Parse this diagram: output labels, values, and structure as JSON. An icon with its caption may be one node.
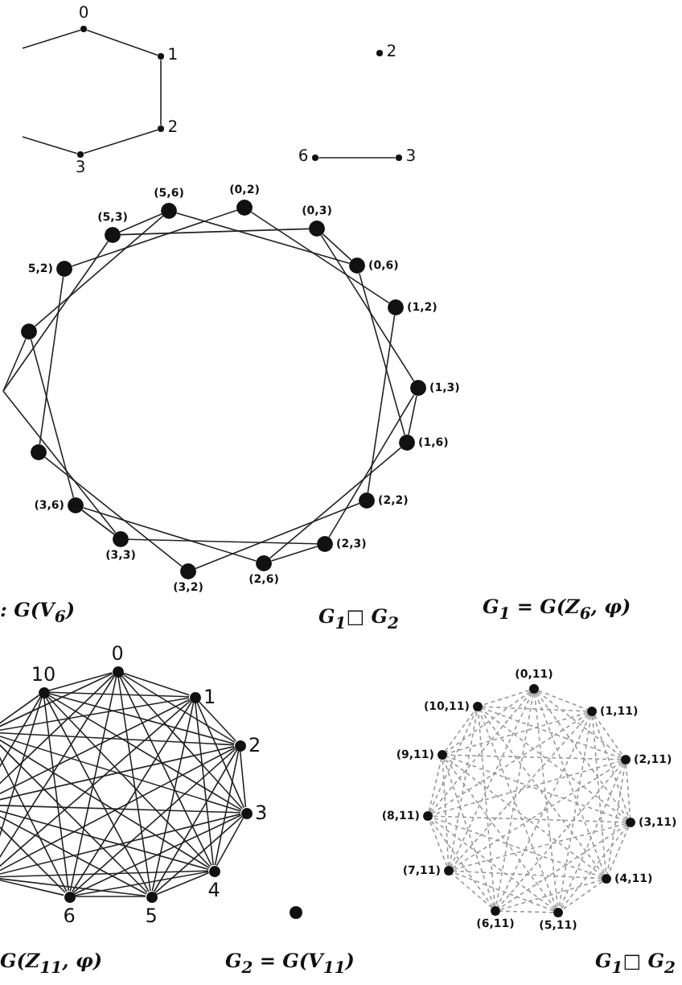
{
  "diagram": {
    "nodes": [
      {
        "text": [
          "0"
        ]
      },
      {
        "text": [
          "1"
        ]
      },
      {
        "text": [
          "2"
        ]
      },
      {
        "text": [
          "3"
        ]
      },
      {
        "text": [
          "2"
        ]
      },
      {
        "text": [
          "6"
        ]
      },
      {
        "text": [
          "3"
        ]
      },
      {
        "text": [
          "(0,2)"
        ]
      },
      {
        "text": [
          "(0,3)"
        ]
      },
      {
        "text": [
          "(0,6)"
        ]
      },
      {
        "text": [
          "(1,2)"
        ]
      },
      {
        "text": [
          "(1,3)"
        ]
      },
      {
        "text": [
          "(1,6)"
        ]
      },
      {
        "text": [
          "(2,2)"
        ]
      },
      {
        "text": [
          "(2,3)"
        ]
      },
      {
        "text": [
          "(2,6)"
        ]
      },
      {
        "text": [
          "(3,2)"
        ]
      },
      {
        "text": [
          "(3,3)"
        ]
      },
      {
        "text": [
          "(3,6)"
        ]
      },
      {
        "text": [],
        "shape": "circle"
      },
      {
        "text": [],
        "shape": "circle"
      },
      {
        "text": [
          "5,2)"
        ]
      },
      {
        "text": [
          "(5,3)"
        ]
      },
      {
        "text": [
          "(5,6)"
        ]
      },
      {
        "text": [
          "0"
        ]
      },
      {
        "text": [
          "1"
        ]
      },
      {
        "text": [
          "2"
        ]
      },
      {
        "text": [
          "3"
        ]
      },
      {
        "text": [
          "4"
        ]
      },
      {
        "text": [
          "5"
        ]
      },
      {
        "text": [
          "6"
        ]
      },
      {
        "text": [
          "10"
        ]
      },
      {
        "text": [],
        "shape": "circle"
      },
      {
        "text": [
          "(0,11)"
        ]
      },
      {
        "text": [
          "(1,11)"
        ]
      },
      {
        "text": [
          "(2,11)"
        ]
      },
      {
        "text": [
          "(3,11)"
        ]
      },
      {
        "text": [
          "(4,11)"
        ]
      },
      {
        "text": [
          "(5,11)"
        ]
      },
      {
        "text": [
          "(6,11)"
        ]
      },
      {
        "text": [
          "(7,11)"
        ]
      },
      {
        "text": [
          "(8,11)"
        ]
      },
      {
        "text": [
          "(9,11)"
        ]
      },
      {
        "text": [
          "(10,11)"
        ]
      }
    ],
    "edges": [
      {
        "from": 0,
        "to": 1,
        "arrow": "none"
      },
      {
        "from": 1,
        "to": 2,
        "arrow": "none"
      },
      {
        "from": 2,
        "to": 3,
        "arrow": "none"
      },
      {
        "from": 0,
        "to": null,
        "arrow": "none"
      },
      {
        "from": 3,
        "to": null,
        "arrow": "none"
      },
      {
        "from": 5,
        "to": 6,
        "arrow": "none"
      },
      {
        "from": 8,
        "to": 9,
        "arrow": "none"
      },
      {
        "from": 11,
        "to": 12,
        "arrow": "none"
      },
      {
        "from": 14,
        "to": 15,
        "arrow": "none"
      },
      {
        "from": 17,
        "to": 18,
        "arrow": "none"
      },
      {
        "from": 20,
        "to": null,
        "arrow": "none"
      },
      {
        "from": 22,
        "to": 23,
        "arrow": "none"
      },
      {
        "from": 7,
        "to": 10,
        "arrow": "none"
      },
      {
        "from": 10,
        "to": 13,
        "arrow": "none"
      },
      {
        "from": 13,
        "to": 16,
        "arrow": "none"
      },
      {
        "from": 16,
        "to": 19,
        "arrow": "none"
      },
      {
        "from": 19,
        "to": 21,
        "arrow": "none"
      },
      {
        "from": 21,
        "to": 7,
        "arrow": "none"
      },
      {
        "from": 8,
        "to": 11,
        "arrow": "none"
      },
      {
        "from": 11,
        "to": 14,
        "arrow": "none"
      },
      {
        "from": 14,
        "to": 17,
        "arrow": "none"
      },
      {
        "from": 17,
        "to": null,
        "arrow": "none"
      },
      {
        "from": 22,
        "to": null,
        "arrow": "none"
      },
      {
        "from": 22,
        "to": 8,
        "arrow": "none"
      },
      {
        "from": 9,
        "to": 12,
        "arrow": "none"
      },
      {
        "from": 12,
        "to": 15,
        "arrow": "none"
      },
      {
        "from": 15,
        "to": 18,
        "arrow": "none"
      },
      {
        "from": 18,
        "to": 20,
        "arrow": "none"
      },
      {
        "from": 20,
        "to": 23,
        "arrow": "none"
      },
      {
        "from": 23,
        "to": 9,
        "arrow": "none"
      },
      {
        "from": 24,
        "to": 25,
        "arrow": "none"
      },
      {
        "from": 24,
        "to": 26,
        "arrow": "none"
      },
      {
        "from": 24,
        "to": 27,
        "arrow": "none"
      },
      {
        "from": 24,
        "to": 28,
        "arrow": "none"
      },
      {
        "from": 24,
        "to": 29,
        "arrow": "none"
      },
      {
        "from": 24,
        "to": 30,
        "arrow": "none"
      },
      {
        "from": 24,
        "to": 31,
        "arrow": "none"
      },
      {
        "from": 25,
        "to": 26,
        "arrow": "none"
      },
      {
        "from": 25,
        "to": 27,
        "arrow": "none"
      },
      {
        "from": 25,
        "to": 28,
        "arrow": "none"
      },
      {
        "from": 25,
        "to": 29,
        "arrow": "none"
      },
      {
        "from": 25,
        "to": 30,
        "arrow": "none"
      },
      {
        "from": 25,
        "to": 31,
        "arrow": "none"
      },
      {
        "from": 26,
        "to": 27,
        "arrow": "none"
      },
      {
        "from": 26,
        "to": 28,
        "arrow": "none"
      },
      {
        "from": 26,
        "to": 29,
        "arrow": "none"
      },
      {
        "from": 26,
        "to": 30,
        "arrow": "none"
      },
      {
        "from": 26,
        "to": 31,
        "arrow": "none"
      },
      {
        "from": 27,
        "to": 28,
        "arrow": "none"
      },
      {
        "from": 27,
        "to": 29,
        "arrow": "none"
      },
      {
        "from": 27,
        "to": 30,
        "arrow": "none"
      },
      {
        "from": 27,
        "to": 31,
        "arrow": "none"
      },
      {
        "from": 28,
        "to": 29,
        "arrow": "none"
      },
      {
        "from": 28,
        "to": 30,
        "arrow": "none"
      },
      {
        "from": 28,
        "to": 31,
        "arrow": "none"
      },
      {
        "from": 29,
        "to": 30,
        "arrow": "none"
      },
      {
        "from": 29,
        "to": 31,
        "arrow": "none"
      },
      {
        "from": 30,
        "to": 31,
        "arrow": "none"
      },
      {
        "from": 24,
        "to": null,
        "arrow": "none"
      },
      {
        "from": 24,
        "to": null,
        "arrow": "none"
      },
      {
        "from": 24,
        "to": null,
        "arrow": "none"
      },
      {
        "from": 25,
        "to": null,
        "arrow": "none"
      },
      {
        "from": 25,
        "to": null,
        "arrow": "none"
      },
      {
        "from": 25,
        "to": null,
        "arrow": "none"
      },
      {
        "from": 26,
        "to": null,
        "arrow": "none"
      },
      {
        "from": 26,
        "to": null,
        "arrow": "none"
      },
      {
        "from": 26,
        "to": null,
        "arrow": "none"
      },
      {
        "from": 27,
        "to": null,
        "arrow": "none"
      },
      {
        "from": 27,
        "to": null,
        "arrow": "none"
      },
      {
        "from": 27,
        "to": null,
        "arrow": "none"
      },
      {
        "from": 28,
        "to": null,
        "arrow": "none"
      },
      {
        "from": 28,
        "to": null,
        "arrow": "none"
      },
      {
        "from": 28,
        "to": null,
        "arrow": "none"
      },
      {
        "from": 29,
        "to": null,
        "arrow": "none"
      },
      {
        "from": 29,
        "to": null,
        "arrow": "none"
      },
      {
        "from": 29,
        "to": null,
        "arrow": "none"
      },
      {
        "from": 30,
        "to": null,
        "arrow": "none"
      },
      {
        "from": 30,
        "to": null,
        "arrow": "none"
      },
      {
        "from": 30,
        "to": null,
        "arrow": "none"
      },
      {
        "from": 31,
        "to": null,
        "arrow": "none"
      },
      {
        "from": 31,
        "to": null,
        "arrow": "none"
      },
      {
        "from": 31,
        "to": null,
        "arrow": "none"
      },
      {
        "from": 33,
        "to": 34,
        "arrow": "none",
        "style": "dashed",
        "color": "#999999"
      },
      {
        "from": 33,
        "to": 35,
        "arrow": "none",
        "style": "dashed",
        "color": "#999999"
      },
      {
        "from": 33,
        "to": 36,
        "arrow": "none",
        "style": "dashed",
        "color": "#999999"
      },
      {
        "from": 33,
        "to": 37,
        "arrow": "none",
        "style": "dashed",
        "color": "#999999"
      },
      {
        "from": 33,
        "to": 38,
        "arrow": "none",
        "style": "dashed",
        "color": "#999999"
      },
      {
        "from": 33,
        "to": 39,
        "arrow": "none",
        "style": "dashed",
        "color": "#999999"
      },
      {
        "from": 33,
        "to": 40,
        "arrow": "none",
        "style": "dashed",
        "color": "#999999"
      },
      {
        "from": 33,
        "to": 41,
        "arrow": "none",
        "style": "dashed",
        "color": "#999999"
      },
      {
        "from": 33,
        "to": 42,
        "arrow": "none",
        "style": "dashed",
        "color": "#999999"
      },
      {
        "from": 33,
        "to": 43,
        "arrow": "none",
        "style": "dashed",
        "color": "#999999"
      },
      {
        "from": 34,
        "to": 35,
        "arrow": "none",
        "style": "dashed",
        "color": "#999999"
      },
      {
        "from": 34,
        "to": 36,
        "arrow": "none",
        "style": "dashed",
        "color": "#999999"
      },
      {
        "from": 34,
        "to": 37,
        "arrow": "none",
        "style": "dashed",
        "color": "#999999"
      },
      {
        "from": 34,
        "to": 38,
        "arrow": "none",
        "style": "dashed",
        "color": "#999999"
      },
      {
        "from": 34,
        "to": 39,
        "arrow": "none",
        "style": "dashed",
        "color": "#999999"
      },
      {
        "from": 34,
        "to": 40,
        "arrow": "none",
        "style": "dashed",
        "color": "#999999"
      },
      {
        "from": 34,
        "to": 41,
        "arrow": "none",
        "style": "dashed",
        "color": "#999999"
      },
      {
        "from": 34,
        "to": 42,
        "arrow": "none",
        "style": "dashed",
        "color": "#999999"
      },
      {
        "from": 34,
        "to": 43,
        "arrow": "none",
        "style": "dashed",
        "color": "#999999"
      },
      {
        "from": 35,
        "to": 36,
        "arrow": "none",
        "style": "dashed",
        "color": "#999999"
      },
      {
        "from": 35,
        "to": 37,
        "arrow": "none",
        "style": "dashed",
        "color": "#999999"
      },
      {
        "from": 35,
        "to": 38,
        "arrow": "none",
        "style": "dashed",
        "color": "#999999"
      },
      {
        "from": 35,
        "to": 39,
        "arrow": "none",
        "style": "dashed",
        "color": "#999999"
      },
      {
        "from": 35,
        "to": 40,
        "arrow": "none",
        "style": "dashed",
        "color": "#999999"
      },
      {
        "from": 35,
        "to": 41,
        "arrow": "none",
        "style": "dashed",
        "color": "#999999"
      },
      {
        "from": 35,
        "to": 42,
        "arrow": "none",
        "style": "dashed",
        "color": "#999999"
      },
      {
        "from": 35,
        "to": 43,
        "arrow": "none",
        "style": "dashed",
        "color": "#999999"
      },
      {
        "from": 36,
        "to": 37,
        "arrow": "none",
        "style": "dashed",
        "color": "#999999"
      },
      {
        "from": 36,
        "to": 38,
        "arrow": "none",
        "style": "dashed",
        "color": "#999999"
      },
      {
        "from": 36,
        "to": 39,
        "arrow": "none",
        "style": "dashed",
        "color": "#999999"
      },
      {
        "from": 36,
        "to": 40,
        "arrow": "none",
        "style": "dashed",
        "color": "#999999"
      },
      {
        "from": 36,
        "to": 41,
        "arrow": "none",
        "style": "dashed",
        "color": "#999999"
      },
      {
        "from": 36,
        "to": 42,
        "arrow": "none",
        "style": "dashed",
        "color": "#999999"
      },
      {
        "from": 36,
        "to": 43,
        "arrow": "none",
        "style": "dashed",
        "color": "#999999"
      },
      {
        "from": 37,
        "to": 38,
        "arrow": "none",
        "style": "dashed",
        "color": "#999999"
      },
      {
        "from": 37,
        "to": 39,
        "arrow": "none",
        "style": "dashed",
        "color": "#999999"
      },
      {
        "from": 37,
        "to": 40,
        "arrow": "none",
        "style": "dashed",
        "color": "#999999"
      },
      {
        "from": 37,
        "to": 41,
        "arrow": "none",
        "style": "dashed",
        "color": "#999999"
      },
      {
        "from": 37,
        "to": 42,
        "arrow": "none",
        "style": "dashed",
        "color": "#999999"
      },
      {
        "from": 37,
        "to": 43,
        "arrow": "none",
        "style": "dashed",
        "color": "#999999"
      },
      {
        "from": 38,
        "to": 39,
        "arrow": "none",
        "style": "dashed",
        "color": "#999999"
      },
      {
        "from": 38,
        "to": 40,
        "arrow": "none",
        "style": "dashed",
        "color": "#999999"
      },
      {
        "from": 38,
        "to": 41,
        "arrow": "none",
        "style": "dashed",
        "color": "#999999"
      },
      {
        "from": 38,
        "to": 42,
        "arrow": "none",
        "style": "dashed",
        "color": "#999999"
      },
      {
        "from": 38,
        "to": 43,
        "arrow": "none",
        "style": "dashed",
        "color": "#999999"
      },
      {
        "from": 39,
        "to": 40,
        "arrow": "none",
        "style": "dashed",
        "color": "#999999"
      },
      {
        "from": 39,
        "to": 41,
        "arrow": "none",
        "style": "dashed",
        "color": "#999999"
      },
      {
        "from": 39,
        "to": 42,
        "arrow": "none",
        "style": "dashed",
        "color": "#999999"
      },
      {
        "from": 39,
        "to": 43,
        "arrow": "none",
        "style": "dashed",
        "color": "#999999"
      },
      {
        "from": 40,
        "to": 41,
        "arrow": "none",
        "style": "dashed",
        "color": "#999999"
      },
      {
        "from": 40,
        "to": 42,
        "arrow": "none",
        "style": "dashed",
        "color": "#999999"
      },
      {
        "from": 40,
        "to": 43,
        "arrow": "none",
        "style": "dashed",
        "color": "#999999"
      },
      {
        "from": 41,
        "to": 42,
        "arrow": "none",
        "style": "dashed",
        "color": "#999999"
      },
      {
        "from": 41,
        "to": 43,
        "arrow": "none",
        "style": "dashed",
        "color": "#999999"
      },
      {
        "from": 42,
        "to": 43,
        "arrow": "none",
        "style": "dashed",
        "color": "#999999"
      }
    ],
    "labels": [
      ": G(V$_{6}$)",
      "G$_{1}$□ G$_{2}$",
      "G$_{1}$ = G(Z$_{6}$, φ)",
      "G(Z$_{11}$, φ)",
      "G$_{2}$ = G(V$_{11}$)",
      "G$_{1}$□ G$_{2}$"
    ]
  }
}
